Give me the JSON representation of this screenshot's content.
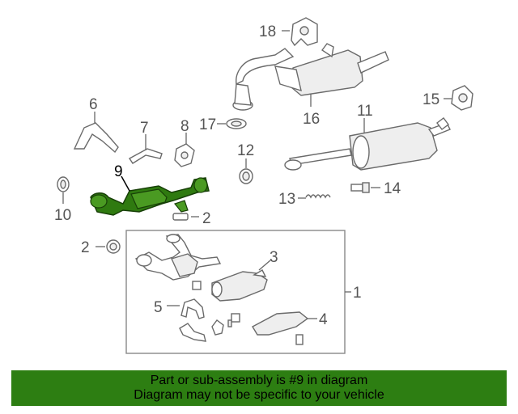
{
  "diagram": {
    "labels": {
      "p1": "1",
      "p2a": "2",
      "p2b": "2",
      "p3": "3",
      "p4": "4",
      "p5": "5",
      "p6": "6",
      "p7": "7",
      "p8": "8",
      "p9": "9",
      "p10": "10",
      "p11": "11",
      "p12": "12",
      "p13": "13",
      "p14": "14",
      "p15": "15",
      "p16": "16",
      "p17": "17",
      "p18": "18"
    },
    "highlighted_part": "9",
    "colors": {
      "highlight": "#2f7a10",
      "banner": "#2d7e12",
      "line": "#666666"
    }
  },
  "banner": {
    "line1": "Part or sub-assembly is #9 in diagram",
    "line2": "Diagram may not be specific to your vehicle"
  }
}
